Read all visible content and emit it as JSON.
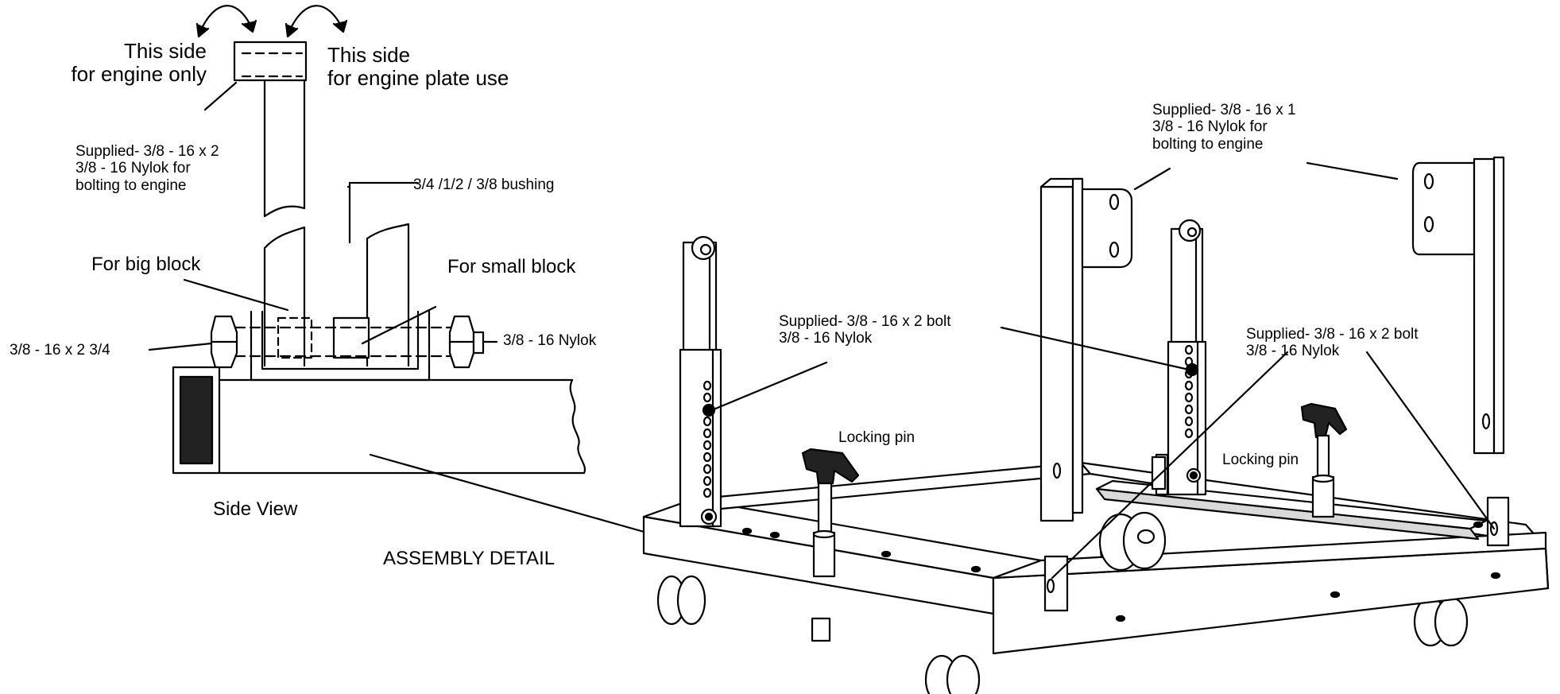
{
  "side_detail": {
    "engine_only": [
      "This side",
      "for engine only"
    ],
    "engine_plate": [
      "This side",
      "for engine plate use"
    ],
    "supplied_bolt_left": [
      "Supplied- 3/8 - 16 x 2",
      "3/8 - 16 Nylok for",
      "bolting to engine"
    ],
    "bushing": "3/4 /1/2 / 3/8 bushing",
    "big_block": "For big block",
    "small_block": "For small block",
    "long_bolt": "3/8 - 16 x 2 3/4",
    "nylok": "3/8 - 16 Nylok",
    "side_view": "Side View",
    "assembly_detail": "ASSEMBLY DETAIL"
  },
  "stand": {
    "supplied_bolt_top": [
      "Supplied- 3/8 - 16 x 1",
      "3/8 - 16 Nylok for",
      "bolting to engine"
    ],
    "supplied_bolt_mid": [
      "Supplied- 3/8 - 16 x 2 bolt",
      "3/8 - 16 Nylok"
    ],
    "supplied_bolt_right": [
      "Supplied- 3/8 - 16 x 2 bolt",
      "3/8 - 16 Nylok"
    ],
    "locking_pin_left": "Locking pin",
    "locking_pin_right": "Locking pin"
  },
  "colors": {
    "ink": "#000000",
    "paper": "#ffffff",
    "shade": "#d9d9d9",
    "dark": "#222222"
  }
}
